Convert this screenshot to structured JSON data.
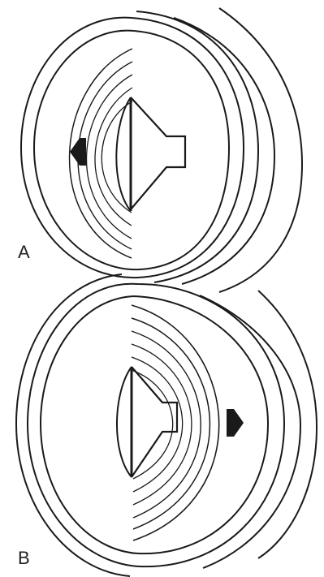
{
  "panels": [
    {
      "label": "A",
      "direction": "left"
    },
    {
      "label": "B",
      "direction": "right"
    }
  ],
  "colors": {
    "ink": "#1a1a1a",
    "background": "#ffffff"
  },
  "icons": {
    "speaker": "speaker-icon",
    "arrow_left": "arrow-left-icon",
    "arrow_right": "arrow-right-icon"
  }
}
